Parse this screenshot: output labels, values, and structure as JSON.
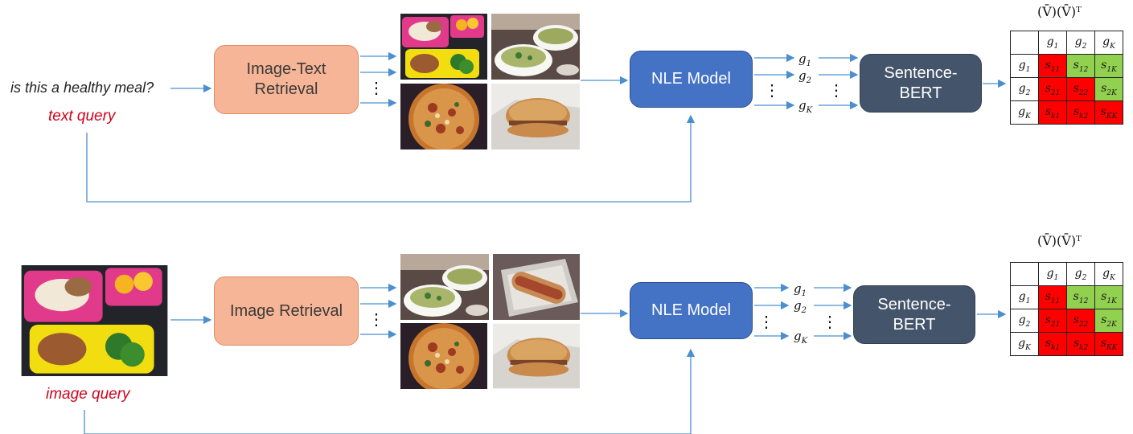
{
  "top": {
    "query_text": "is this a healthy meal?",
    "query_label": "text query",
    "retrieval_label": "Image-Text\nRetrieval",
    "nle_label": "NLE Model",
    "sbert_label": "Sentence-\nBERT",
    "matrix_title": "(V̄)(V̄)ᵀ"
  },
  "bottom": {
    "query_label": "image query",
    "retrieval_label": "Image Retrieval",
    "nle_label": "NLE Model",
    "sbert_label": "Sentence-\nBERT",
    "matrix_title": "(V̄)(V̄)ᵀ"
  },
  "g_labels": {
    "g1": "1",
    "g2": "2",
    "gK": "K"
  },
  "matrix": {
    "col_headers": [
      "1",
      "2",
      "K"
    ],
    "rows": [
      {
        "head": "1",
        "cells": [
          {
            "sub": "11",
            "color": "red"
          },
          {
            "sub": "12",
            "color": "green"
          },
          {
            "sub": "1K",
            "color": "green"
          }
        ]
      },
      {
        "head": "2",
        "cells": [
          {
            "sub": "21",
            "color": "red"
          },
          {
            "sub": "22",
            "color": "red"
          },
          {
            "sub": "2K",
            "color": "green"
          }
        ]
      },
      {
        "head": "K",
        "cells": [
          {
            "sub": "k1",
            "color": "red"
          },
          {
            "sub": "k2",
            "color": "red"
          },
          {
            "sub": "KK",
            "color": "red"
          }
        ]
      }
    ]
  },
  "colors": {
    "red": "#ff0000",
    "green": "#92d050",
    "arrow": "#4a8fd0",
    "query_red": "#d0021b"
  },
  "icons": [
    "lunchbox-photo",
    "soup-bowls-photo",
    "pizza-photo",
    "burger-photo",
    "hotdog-photo"
  ]
}
